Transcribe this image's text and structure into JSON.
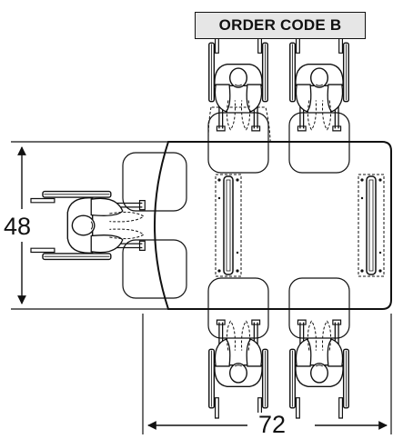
{
  "order_code": "ORDER CODE B",
  "dimensions": {
    "depth": "48",
    "width": "72"
  },
  "colors": {
    "line": "#111111",
    "label_fill": "#e6e6e6",
    "background": "#ffffff"
  }
}
